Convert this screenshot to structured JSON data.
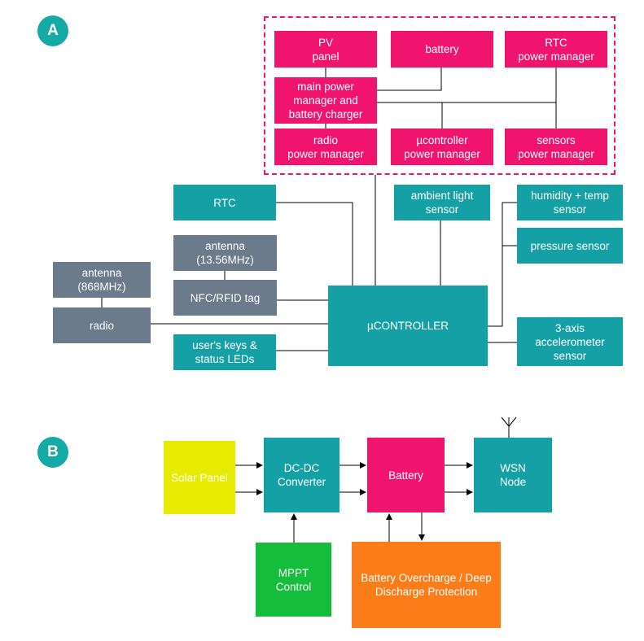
{
  "colors": {
    "badge": "#14AAA5",
    "magenta": "#F0146E",
    "teal": "#14A0A5",
    "slate": "#6B7B8C",
    "line": "#000000",
    "yellow": "#E6EB00",
    "green": "#14BE3C",
    "orange": "#FA7D19",
    "dashed": "#F0146E"
  },
  "diagram_a": {
    "badge": "A",
    "power": {
      "pv_panel": "PV\npanel",
      "battery": "battery",
      "rtc_power": "RTC\npower manager",
      "main_power": "main power\nmanager and\nbattery charger",
      "radio_power": "radio\npower manager",
      "uc_power": "µcontroller\npower manager",
      "sensors_power": "sensors\npower manager"
    },
    "rtc": "RTC",
    "ambient_light": "ambient light\nsensor",
    "humidity_temp": "humidity + temp\nsensor",
    "pressure": "pressure sensor",
    "antenna_nfc": "antenna\n(13.56MHz)",
    "nfc_tag": "NFC/RFID tag",
    "antenna_radio": "antenna\n(868MHz)",
    "radio": "radio",
    "microcontroller": "µCONTROLLER",
    "accelerometer": "3-axis\naccelerometer\nsensor",
    "user_keys": "user's keys &\nstatus LEDs"
  },
  "diagram_b": {
    "badge": "B",
    "solar_panel": "Solar Panel",
    "dcdc": "DC-DC\nConverter",
    "battery": "Battery",
    "wsn": "WSN\nNode",
    "mppt": "MPPT\nControl",
    "protection": "Battery Overcharge / Deep\nDischarge Protection"
  }
}
